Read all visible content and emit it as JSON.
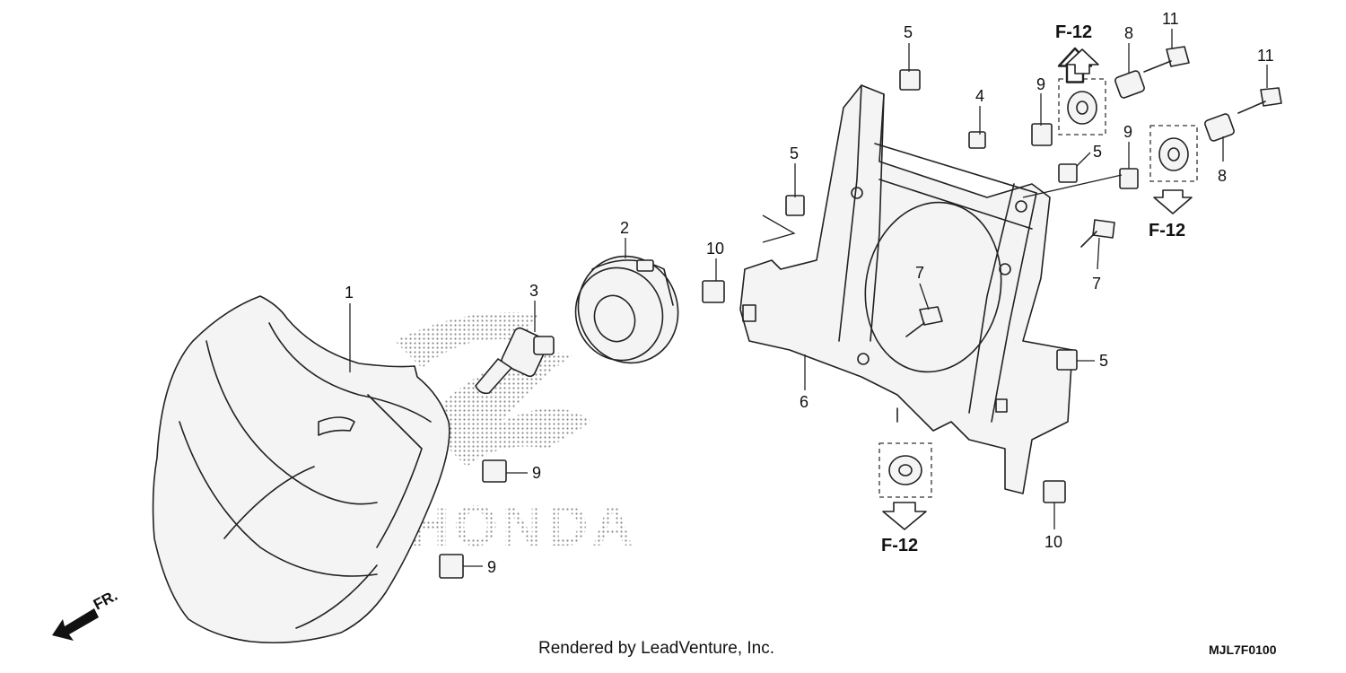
{
  "diagram": {
    "callouts": [
      {
        "id": "c1",
        "label": "1"
      },
      {
        "id": "c2",
        "label": "2"
      },
      {
        "id": "c3",
        "label": "3"
      },
      {
        "id": "c4",
        "label": "4"
      },
      {
        "id": "c5a",
        "label": "5"
      },
      {
        "id": "c5b",
        "label": "5"
      },
      {
        "id": "c5c",
        "label": "5"
      },
      {
        "id": "c5d",
        "label": "5"
      },
      {
        "id": "c6",
        "label": "6"
      },
      {
        "id": "c7a",
        "label": "7"
      },
      {
        "id": "c7b",
        "label": "7"
      },
      {
        "id": "c8a",
        "label": "8"
      },
      {
        "id": "c8b",
        "label": "8"
      },
      {
        "id": "c9a",
        "label": "9"
      },
      {
        "id": "c9b",
        "label": "9"
      },
      {
        "id": "c9c",
        "label": "9"
      },
      {
        "id": "c9d",
        "label": "9"
      },
      {
        "id": "c10a",
        "label": "10"
      },
      {
        "id": "c10b",
        "label": "10"
      },
      {
        "id": "c11a",
        "label": "11"
      },
      {
        "id": "c11b",
        "label": "11"
      }
    ],
    "references": [
      {
        "id": "ref-top",
        "label": "F-12"
      },
      {
        "id": "ref-right",
        "label": "F-12"
      },
      {
        "id": "ref-bottom",
        "label": "F-12"
      }
    ],
    "front_indicator": "FR.",
    "watermark": "HONDA"
  },
  "footer": {
    "credit": "Rendered by LeadVenture, Inc.",
    "code": "MJL7F0100"
  }
}
